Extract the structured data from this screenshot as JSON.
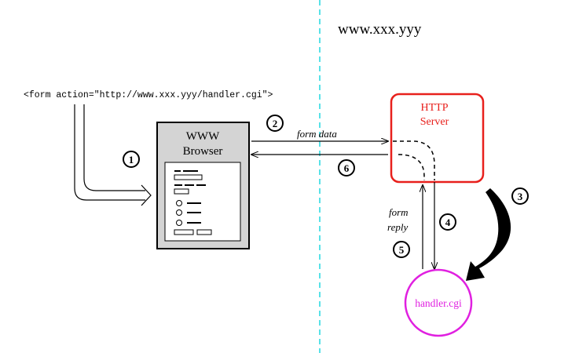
{
  "host_label": "www.xxx.yyy",
  "form_tag": "<form action=\"http://www.xxx.yyy/handler.cgi\">",
  "browser": {
    "line1": "WWW",
    "line2": "Browser"
  },
  "server": {
    "line1": "HTTP",
    "line2": "Server",
    "color": "#e8201c"
  },
  "handler": {
    "label": "handler.cgi",
    "color": "#e020e0"
  },
  "labels": {
    "form_data": "form data",
    "form": "form",
    "reply": "reply"
  },
  "steps": [
    "1",
    "2",
    "3",
    "4",
    "5",
    "6"
  ],
  "colors": {
    "divider": "#20d8e0",
    "browser_fill": "#d4d4d4"
  }
}
